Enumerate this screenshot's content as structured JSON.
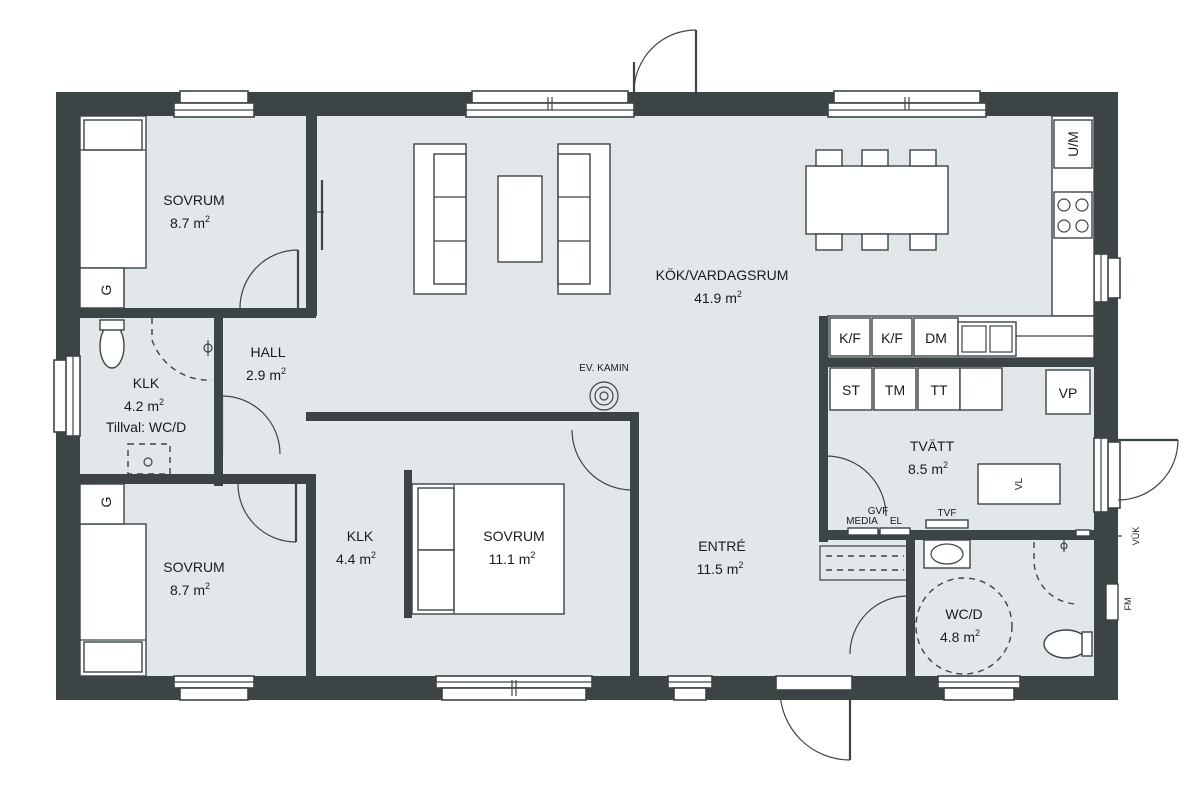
{
  "rooms": {
    "sovrum_top": {
      "name": "SOVRUM",
      "area": "8.7 m",
      "sup": "2"
    },
    "klk_left": {
      "name": "KLK",
      "area": "4.2 m",
      "sup": "2",
      "note": "Tillval: WC/D"
    },
    "hall": {
      "name": "HALL",
      "area": "2.9 m",
      "sup": "2"
    },
    "sovrum_bottom": {
      "name": "SOVRUM",
      "area": "8.7 m",
      "sup": "2"
    },
    "klk_mid": {
      "name": "KLK",
      "area": "4.4 m",
      "sup": "2"
    },
    "sovrum_master": {
      "name": "SOVRUM",
      "area": "11.1 m",
      "sup": "2"
    },
    "kok": {
      "name": "KÖK/VARDAGSRUM",
      "area": "41.9 m",
      "sup": "2"
    },
    "entre": {
      "name": "ENTRÉ",
      "area": "11.5 m",
      "sup": "2"
    },
    "tvatt": {
      "name": "TVÄTT",
      "area": "8.5 m",
      "sup": "2"
    },
    "wcd": {
      "name": "WC/D",
      "area": "4.8 m",
      "sup": "2"
    }
  },
  "labels": {
    "g1": "G",
    "g2": "G",
    "um": "U/M",
    "kf1": "K/F",
    "kf2": "K/F",
    "dm": "DM",
    "st": "ST",
    "tm": "TM",
    "tt": "TT",
    "vp": "VP",
    "vl": "VL",
    "kamin": "EV. KAMIN",
    "gvf": "GVF",
    "media": "MEDIA",
    "el": "EL",
    "tvf": "TVF",
    "vuk": "VÜK",
    "fm": "FM"
  }
}
